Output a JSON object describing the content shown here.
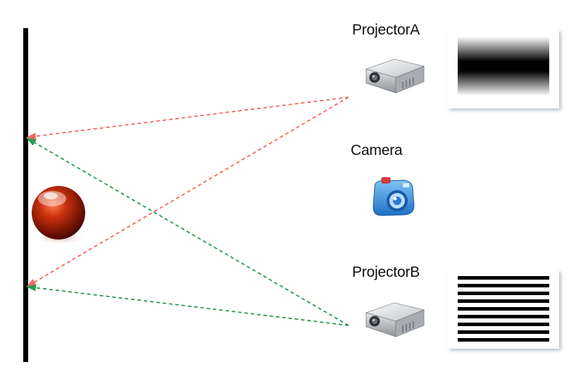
{
  "diagram": {
    "projector_a": {
      "label": "ProjectorA",
      "pattern": "gradient-band"
    },
    "camera": {
      "label": "Camera"
    },
    "projector_b": {
      "label": "ProjectorB",
      "pattern": "horizontal-stripes"
    },
    "colors": {
      "ray_projector_a": "#f06a5e",
      "ray_projector_b": "#2a9a4e",
      "wall": "#000000",
      "sphere": "#c0280a"
    },
    "icons": {
      "projector_a": "projector-icon",
      "projector_b": "projector-icon",
      "camera": "camera-icon",
      "object": "red-sphere-icon"
    }
  }
}
